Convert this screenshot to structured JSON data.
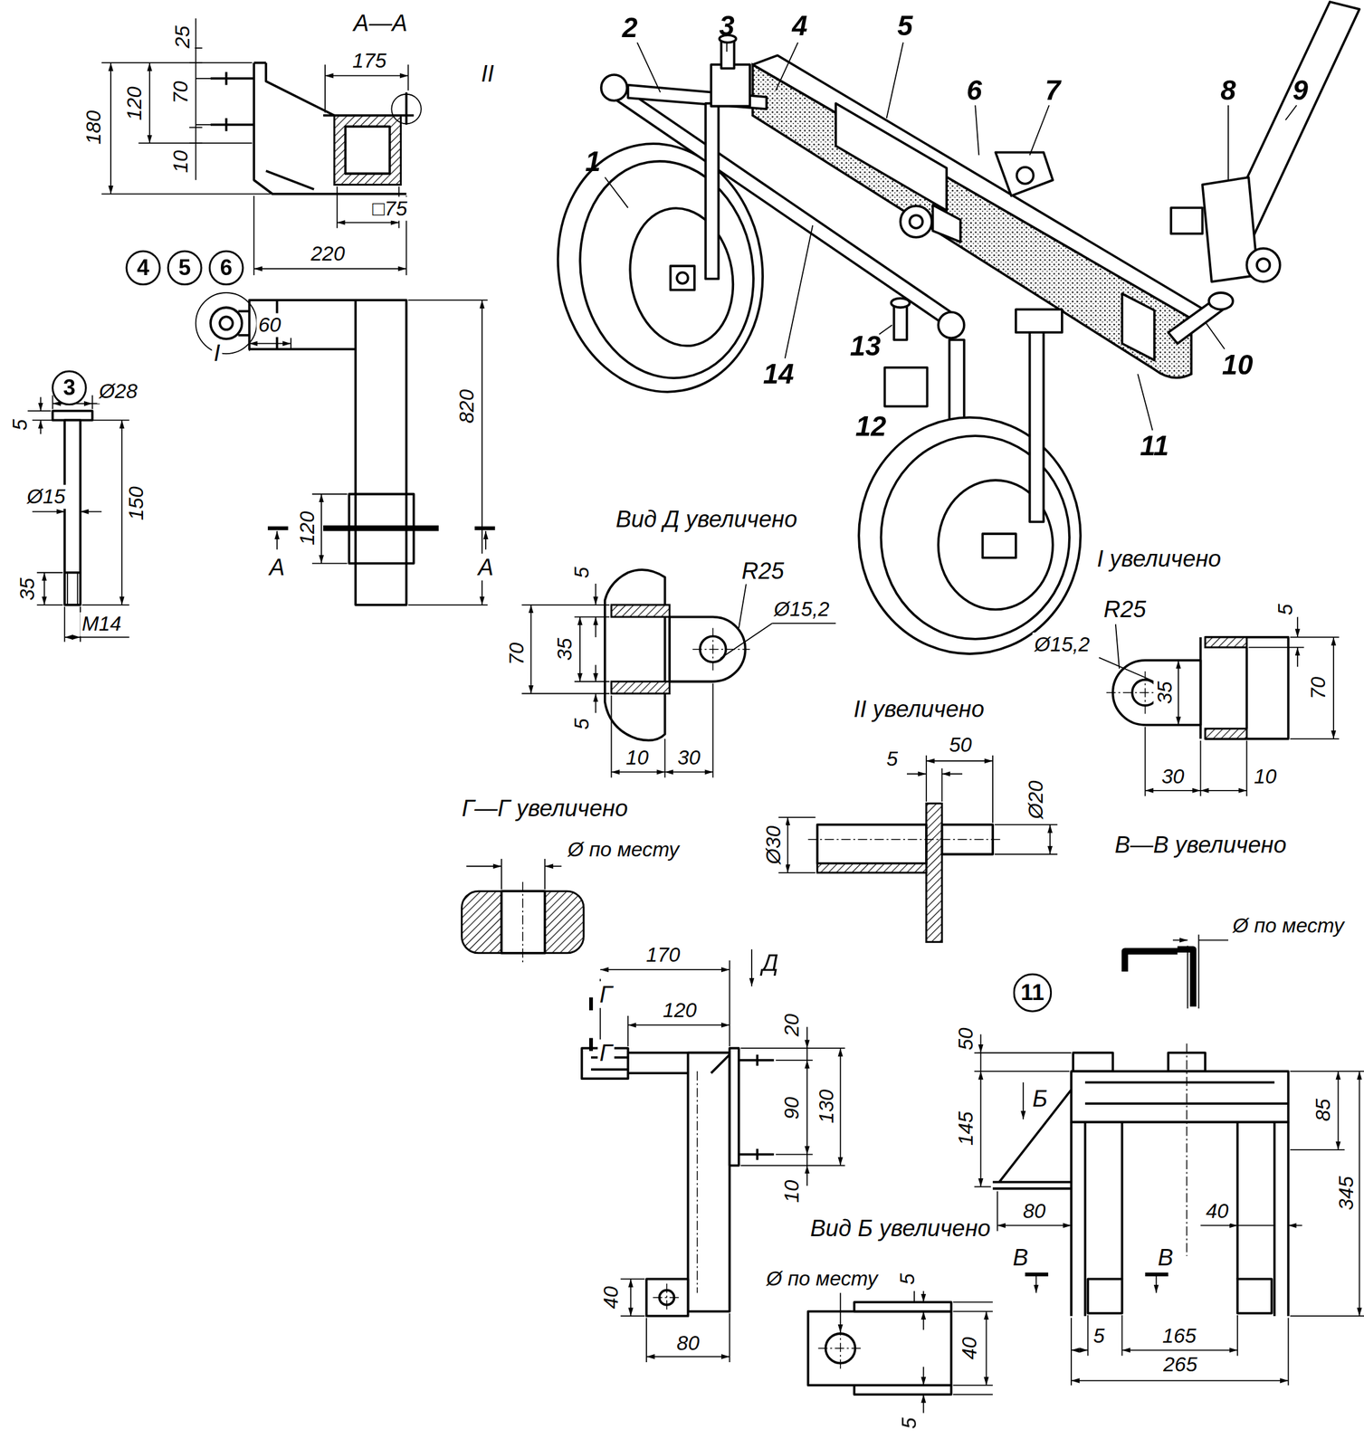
{
  "diagram": {
    "nodes": [
      {
        "text": [
          "4"
        ]
      },
      {
        "text": [
          "5"
        ]
      },
      {
        "text": [
          "6"
        ]
      },
      {
        "text": [
          "3"
        ]
      },
      {
        "text": [
          "11"
        ]
      }
    ],
    "labels": [
      "25",
      "А—А",
      "175",
      "II",
      "180",
      "120",
      "70",
      "10",
      "□75",
      "220",
      "I",
      "60",
      "820",
      "120",
      "А",
      "А",
      "Ø28",
      "5",
      "Ø15",
      "150",
      "35",
      "M14",
      "1",
      "2",
      "3",
      "4",
      "5",
      "6",
      "7",
      "8",
      "9",
      "10",
      "11",
      "12",
      "13",
      "14",
      "Вид Д увеличено",
      "R25",
      "Ø15,2",
      "5",
      "70",
      "35",
      "5",
      "10",
      "30",
      "I увеличено",
      "R25",
      "Ø15,2",
      "35",
      "5",
      "70",
      "30",
      "10",
      "II увеличено",
      "50",
      "5",
      "Ø20",
      "Ø30",
      "Г—Г увеличено",
      "Ø по месту",
      "170",
      "Д",
      "Г",
      "120",
      "Г",
      "20",
      "130",
      "90",
      "10",
      "40",
      "80",
      "В—В увеличено",
      "Ø по месту",
      "50",
      "145",
      "Б",
      "85",
      "345",
      "80",
      "40",
      "Вид Б увеличено",
      "В",
      "В",
      "5",
      "165",
      "265",
      "Ø по месту",
      "5",
      "40",
      "5"
    ]
  }
}
